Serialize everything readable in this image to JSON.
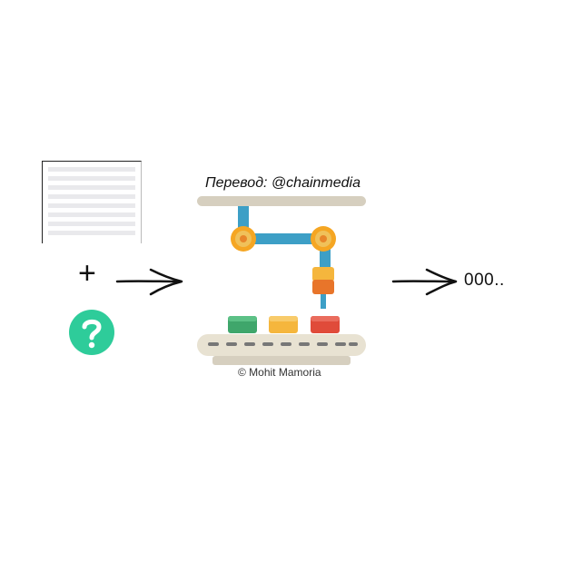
{
  "diagram": {
    "operator": "+",
    "question_icon": "question-mark-icon",
    "translation_credit": "Перевод: @chainmedia",
    "result_text": "000..",
    "copyright": "© Mohit Mamoria",
    "colors": {
      "question_circle": "#2ecc9a",
      "arm": "#3d9fc6",
      "joint": "#f5a623",
      "rail": "#d6cfbf",
      "block_green": "#3fa66b",
      "block_yellow": "#f5b63d",
      "block_red": "#e04b3a"
    }
  }
}
